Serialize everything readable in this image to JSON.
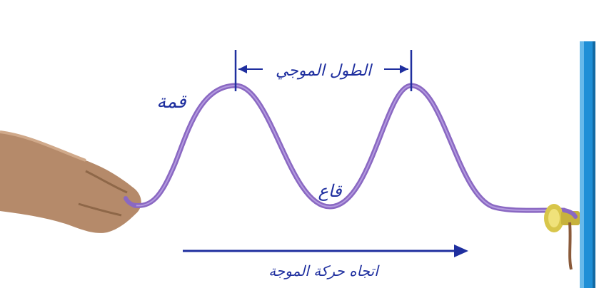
{
  "labels": {
    "crest": "قمة",
    "trough": "قاع",
    "wavelength": "الطول الموجي",
    "direction": "اتجاه حركة الموجة"
  },
  "colors": {
    "rope": "#8a68c2",
    "rope_highlight": "#b49be0",
    "arrow": "#1f2f9f",
    "wall": "#1f8fd6",
    "pulley": "#d8c64a",
    "hand": "#b58a6a"
  },
  "icons": {
    "hand": "hand-icon",
    "pulley": "pulley-icon"
  }
}
